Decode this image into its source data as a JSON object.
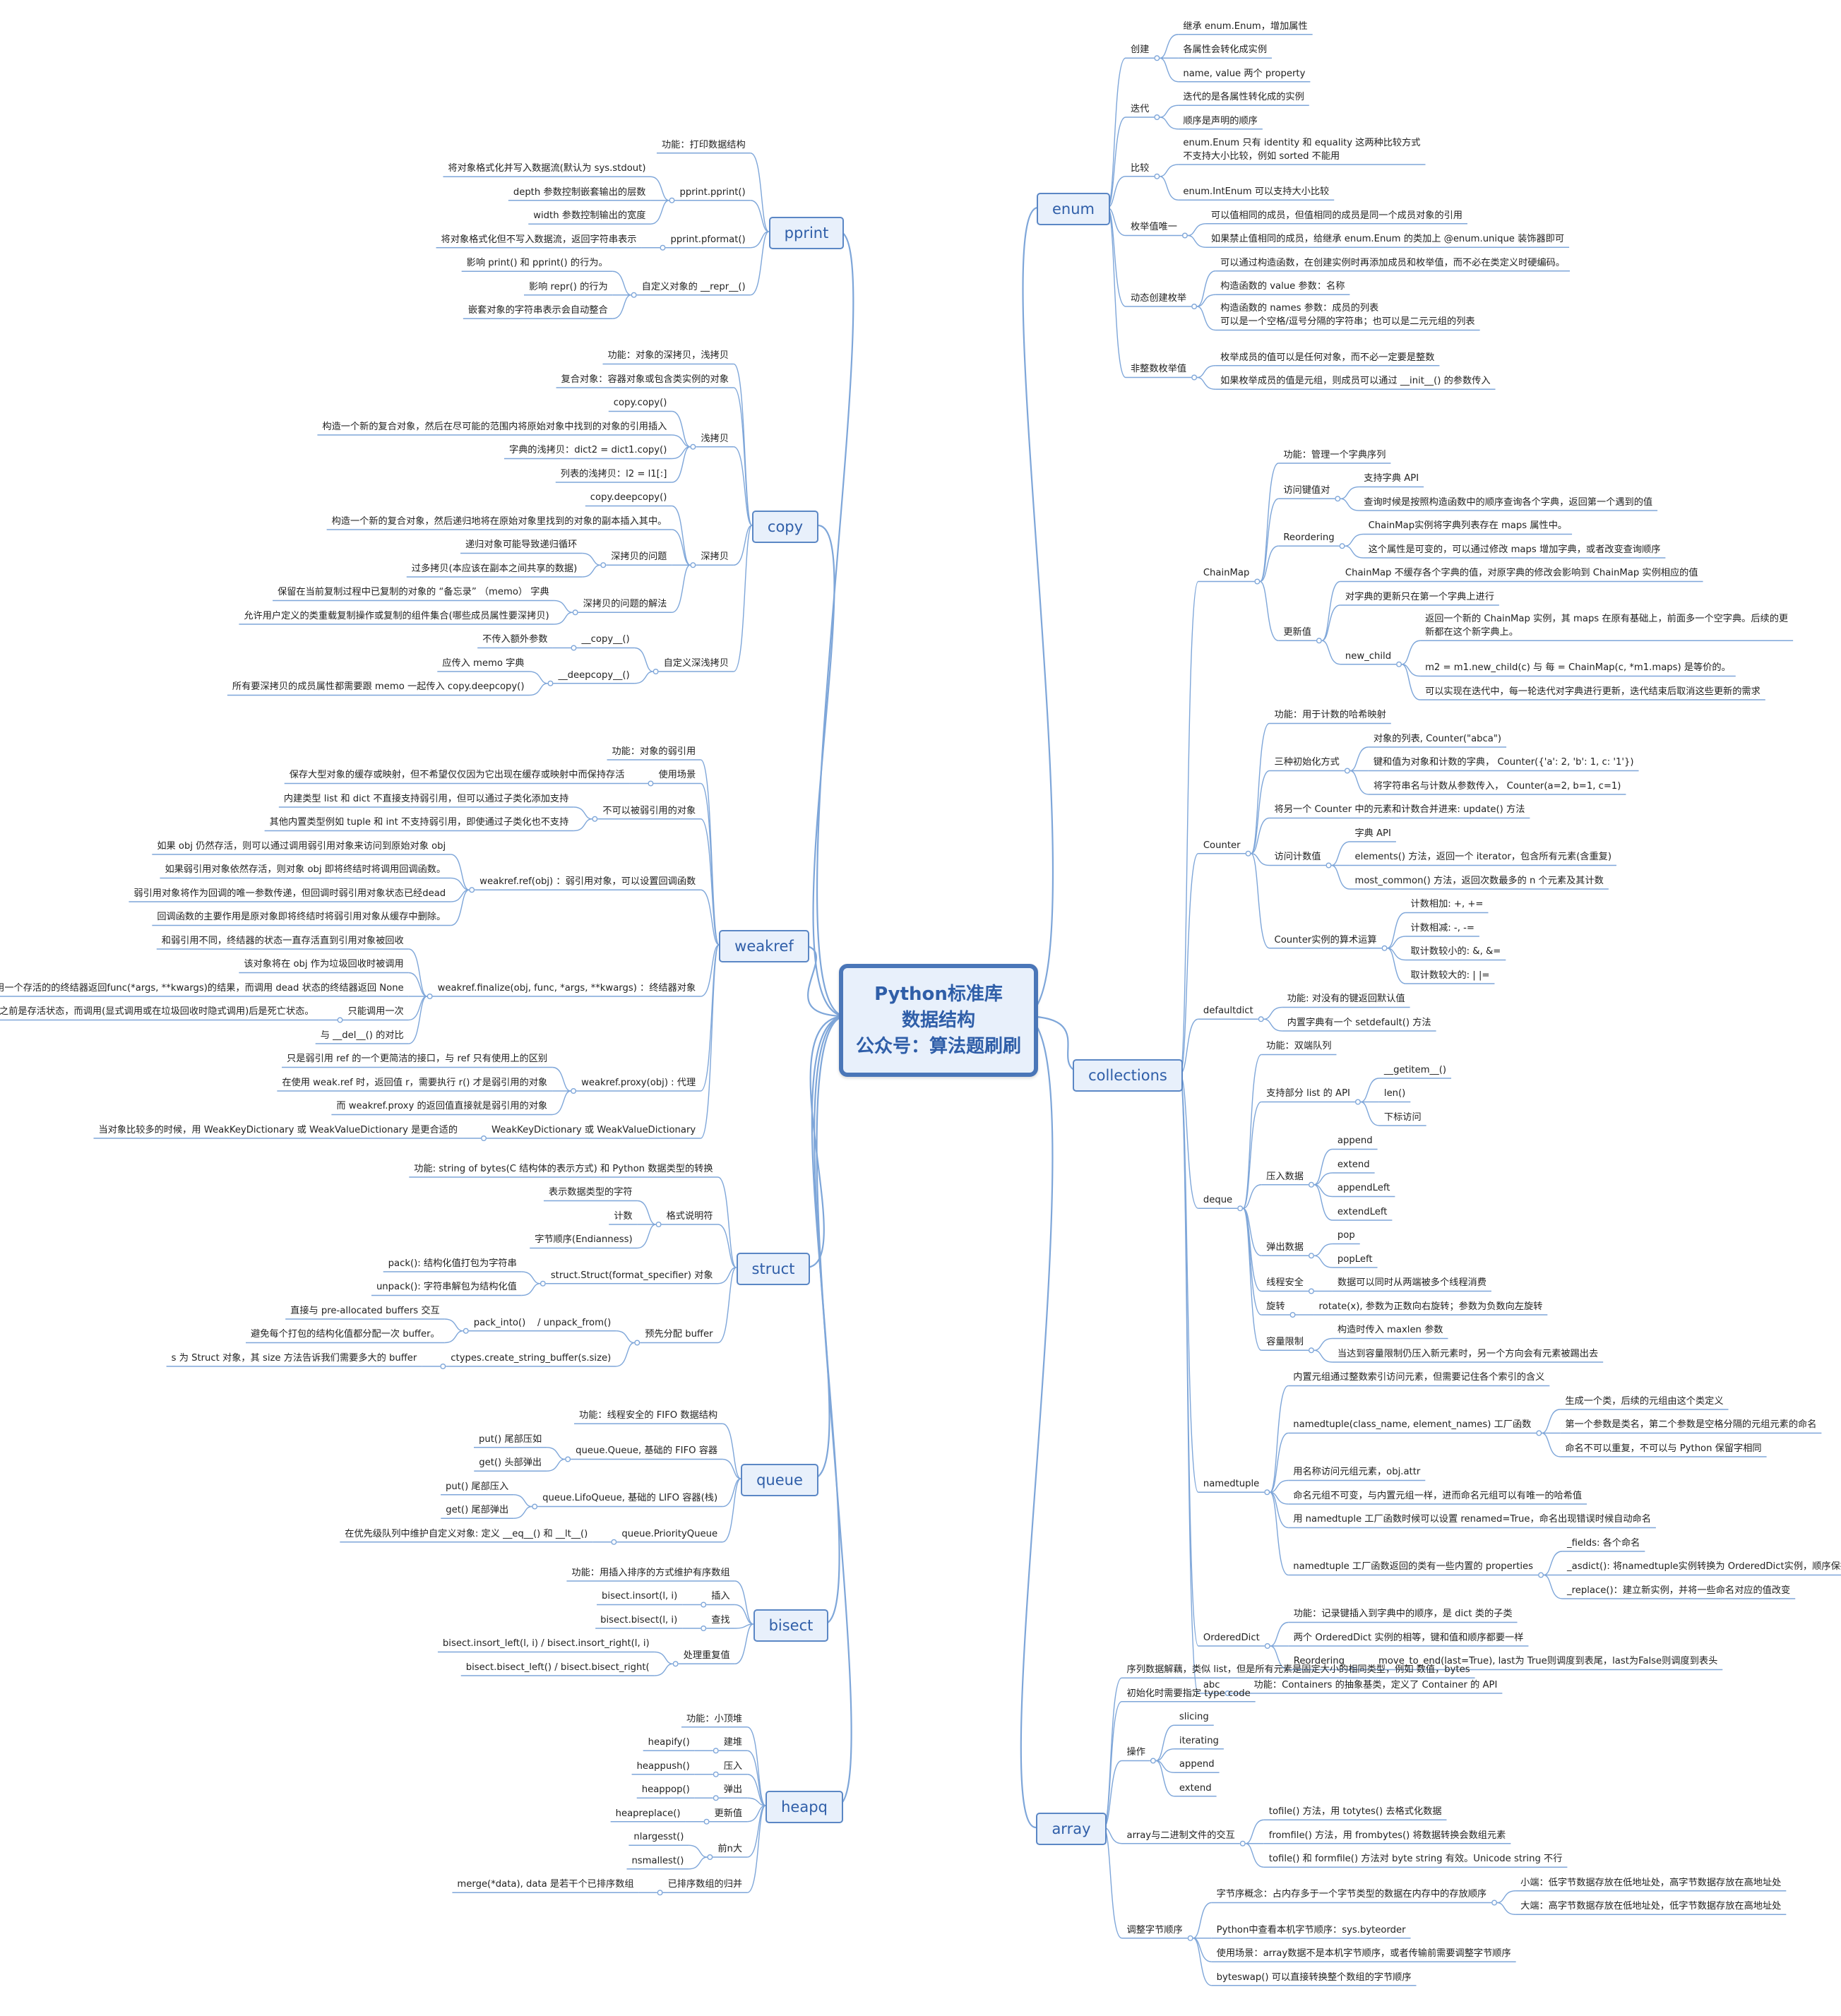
{
  "colors": {
    "line": "#7ea6d9",
    "border": "#4a76b8",
    "fill": "#e8f0fb",
    "text": "#2f5ea8"
  },
  "center": {
    "line1": "Python标准库",
    "line2": "数据结构",
    "line3": "公众号：算法题刷刷"
  },
  "left": [
    {
      "label": "pprint",
      "children": [
        {
          "label": "功能：打印数据结构"
        },
        {
          "label": "pprint.pprint()",
          "children": [
            {
              "label": "将对象格式化并写入数据流(默认为 sys.stdout)"
            },
            {
              "label": "depth 参数控制嵌套输出的层数"
            },
            {
              "label": "width 参数控制输出的宽度"
            }
          ]
        },
        {
          "label": "pprint.pformat()",
          "children": [
            {
              "label": "将对象格式化但不写入数据流，返回字符串表示"
            }
          ]
        },
        {
          "label": "自定义对象的 __repr__()",
          "children": [
            {
              "label": "影响 print() 和 pprint() 的行为。"
            },
            {
              "label": "影响 repr() 的行为"
            },
            {
              "label": "嵌套对象的字符串表示会自动整合"
            }
          ]
        }
      ]
    },
    {
      "label": "copy",
      "children": [
        {
          "label": "功能：对象的深拷贝，浅拷贝"
        },
        {
          "label": "复合对象：容器对象或包含类实例的对象"
        },
        {
          "label": "浅拷贝",
          "children": [
            {
              "label": "copy.copy()"
            },
            {
              "label": "构造一个新的复合对象，然后在尽可能的范围内将原始对象中找到的对象的引用插入"
            },
            {
              "label": "字典的浅拷贝：dict2 = dict1.copy()"
            },
            {
              "label": "列表的浅拷贝：l2 = l1[:]"
            }
          ]
        },
        {
          "label": "深拷贝",
          "children": [
            {
              "label": "copy.deepcopy()"
            },
            {
              "label": "构造一个新的复合对象，然后递归地将在原始对象里找到的对象的副本插入其中。"
            },
            {
              "label": "深拷贝的问题",
              "children": [
                {
                  "label": "递归对象可能导致递归循环"
                },
                {
                  "label": "过多拷贝(本应该在副本之间共享的数据)"
                }
              ]
            },
            {
              "label": "深拷贝的问题的解法",
              "children": [
                {
                  "label": "保留在当前复制过程中已复制的对象的 “备忘录” （memo） 字典"
                },
                {
                  "label": "允许用户定义的类重载复制操作或复制的组件集合(哪些成员属性要深拷贝)"
                }
              ]
            }
          ]
        },
        {
          "label": "自定义深浅拷贝",
          "children": [
            {
              "label": "__copy__()",
              "children": [
                {
                  "label": "不传入额外参数"
                }
              ]
            },
            {
              "label": "__deepcopy__()",
              "children": [
                {
                  "label": "应传入 memo 字典"
                },
                {
                  "label": "所有要深拷贝的成员属性都需要跟 memo 一起传入 copy.deepcopy()"
                }
              ]
            }
          ]
        }
      ]
    },
    {
      "label": "weakref",
      "children": [
        {
          "label": "功能：对象的弱引用"
        },
        {
          "label": "使用场景",
          "children": [
            {
              "label": "保存大型对象的缓存或映射，但不希望仅仅因为它出现在缓存或映射中而保持存活"
            }
          ]
        },
        {
          "label": "不可以被弱引用的对象",
          "children": [
            {
              "label": "内建类型 list 和 dict 不直接支持弱引用，但可以通过子类化添加支持"
            },
            {
              "label": "其他内置类型例如 tuple 和 int 不支持弱引用，即使通过子类化也不支持"
            }
          ]
        },
        {
          "label": "weakref.ref(obj) ：弱引用对象，可以设置回调函数",
          "children": [
            {
              "label": "如果 obj 仍然存活，则可以通过调用弱引用对象来访问到原始对象 obj"
            },
            {
              "label": "如果弱引用对象依然存活，则对象 obj 即将终结时将调用回调函数。"
            },
            {
              "label": "弱引用对象将作为回调的唯一参数传递，但回调时弱引用对象状态已经dead"
            },
            {
              "label": "回调函数的主要作用是原对象即将终结时将弱引用对象从缓存中删除。"
            }
          ]
        },
        {
          "label": "weakref.finalize(obj, func, *args, **kwargs) ：终结器对象",
          "children": [
            {
              "label": "和弱引用不同，终结器的状态一直存活直到引用对象被回收"
            },
            {
              "label": "该对象将在 obj 作为垃圾回收时被调用"
            },
            {
              "label": "调用一个存活的的终结器返回func(*args, **kwargs)的结果，而调用 dead 状态的终结器返回 None"
            },
            {
              "label": "只能调用一次",
              "children": [
                {
                  "label": "调用之前是存活状态，而调用(显式调用或在垃圾回收时隐式调用)后是死亡状态。"
                }
              ]
            },
            {
              "label": "与 __del__() 的对比"
            }
          ]
        },
        {
          "label": "weakref.proxy(obj) : 代理",
          "children": [
            {
              "label": "只是弱引用 ref 的一个更简洁的接口，与 ref 只有使用上的区别"
            },
            {
              "label": "在使用 weak.ref 时，返回值 r，需要执行 r() 才是弱引用的对象"
            },
            {
              "label": "而 weakref.proxy 的返回值直接就是弱引用的对象"
            }
          ]
        },
        {
          "label": "WeakKeyDictionary 或 WeakValueDictionary",
          "children": [
            {
              "label": "当对象比较多的时候，用 WeakKeyDictionary 或 WeakValueDictionary 是更合适的"
            }
          ]
        }
      ]
    },
    {
      "label": "struct",
      "children": [
        {
          "label": "功能: string of bytes(C 结构体的表示方式) 和 Python 数据类型的转换"
        },
        {
          "label": "格式说明符",
          "children": [
            {
              "label": "表示数据类型的字符"
            },
            {
              "label": "计数"
            },
            {
              "label": "字节顺序(Endianness)"
            }
          ]
        },
        {
          "label": "struct.Struct(format_specifier) 对象",
          "children": [
            {
              "label": "pack(): 结构化值打包为字符串"
            },
            {
              "label": "unpack(): 字符串解包为结构化值"
            }
          ]
        },
        {
          "label": "预先分配 buffer",
          "children": [
            {
              "label": "pack_into()    / unpack_from()",
              "children": [
                {
                  "label": "直接与 pre-allocated buffers 交互"
                },
                {
                  "label": "避免每个打包的结构化值都分配一次 buffer。"
                }
              ]
            },
            {
              "label": "ctypes.create_string_buffer(s.size)",
              "children": [
                {
                  "label": "s 为 Struct 对象，其 size 方法告诉我们需要多大的 buffer"
                }
              ]
            }
          ]
        }
      ]
    },
    {
      "label": "queue",
      "children": [
        {
          "label": "功能：线程安全的 FIFO 数据结构"
        },
        {
          "label": "queue.Queue, 基础的 FIFO 容器",
          "children": [
            {
              "label": "put() 尾部压如"
            },
            {
              "label": "get() 头部弹出"
            }
          ]
        },
        {
          "label": "queue.LifoQueue, 基础的 LIFO 容器(栈)",
          "children": [
            {
              "label": "put() 尾部压入"
            },
            {
              "label": "get() 尾部弹出"
            }
          ]
        },
        {
          "label": "queue.PriorityQueue",
          "children": [
            {
              "label": "在优先级队列中维护自定义对象: 定义 __eq__() 和 __lt__()"
            }
          ]
        }
      ]
    },
    {
      "label": "bisect",
      "children": [
        {
          "label": "功能：用插入排序的方式维护有序数组"
        },
        {
          "label": "插入",
          "children": [
            {
              "label": "bisect.insort(l, i)"
            }
          ]
        },
        {
          "label": "查找",
          "children": [
            {
              "label": "bisect.bisect(l, i)"
            }
          ]
        },
        {
          "label": "处理重复值",
          "children": [
            {
              "label": "bisect.insort_left(l, i) / bisect.insort_right(l, i)"
            },
            {
              "label": "bisect.bisect_left() / bisect.bisect_right("
            }
          ]
        }
      ]
    },
    {
      "label": "heapq",
      "children": [
        {
          "label": "功能：小顶堆"
        },
        {
          "label": "建堆",
          "children": [
            {
              "label": "heapify()"
            }
          ]
        },
        {
          "label": "压入",
          "children": [
            {
              "label": "heappush()"
            }
          ]
        },
        {
          "label": "弹出",
          "children": [
            {
              "label": "heappop()"
            }
          ]
        },
        {
          "label": "更新值",
          "children": [
            {
              "label": "heapreplace()"
            }
          ]
        },
        {
          "label": "前n大",
          "children": [
            {
              "label": "nlargesst()"
            },
            {
              "label": "nsmallest()"
            }
          ]
        },
        {
          "label": "已排序数组的归并",
          "children": [
            {
              "label": "merge(*data), data 是若干个已排序数组"
            }
          ]
        }
      ]
    }
  ],
  "right": [
    {
      "label": "enum",
      "children": [
        {
          "label": "创建",
          "children": [
            {
              "label": "继承 enum.Enum，增加属性"
            },
            {
              "label": "各属性会转化成实例"
            },
            {
              "label": "name, value 两个 property"
            }
          ]
        },
        {
          "label": "迭代",
          "children": [
            {
              "label": "迭代的是各属性转化成的实例"
            },
            {
              "label": "顺序是声明的顺序"
            }
          ]
        },
        {
          "label": "比较",
          "children": [
            {
              "label": "enum.Enum 只有 identity 和 equality 这两种比较方式\n不支持大小比较，例如 sorted 不能用"
            },
            {
              "label": "enum.IntEnum 可以支持大小比较"
            }
          ]
        },
        {
          "label": "枚举值唯一",
          "children": [
            {
              "label": "可以值相同的成员，但值相同的成员是同一个成员对象的引用"
            },
            {
              "label": "如果禁止值相同的成员，给继承 enum.Enum 的类加上 @enum.unique 装饰器即可"
            }
          ]
        },
        {
          "label": "动态创建枚举",
          "children": [
            {
              "label": "可以通过构造函数，在创建实例时再添加成员和枚举值，而不必在类定义时硬编码。"
            },
            {
              "label": "构造函数的 value 参数：名称"
            },
            {
              "label": "构造函数的 names 参数：成员的列表\n可以是一个空格/逗号分隔的字符串；也可以是二元元组的列表"
            }
          ]
        },
        {
          "label": "非整数枚举值",
          "children": [
            {
              "label": "枚举成员的值可以是任何对象，而不必一定要是整数"
            },
            {
              "label": "如果枚举成员的值是元组，则成员可以通过 __init__() 的参数传入"
            }
          ]
        }
      ]
    },
    {
      "label": "collections",
      "children": [
        {
          "label": "ChainMap",
          "children": [
            {
              "label": "功能：管理一个字典序列"
            },
            {
              "label": "访问键值对",
              "children": [
                {
                  "label": "支持字典 API"
                },
                {
                  "label": "查询时候是按照构造函数中的顺序查询各个字典，返回第一个遇到的值"
                }
              ]
            },
            {
              "label": "Reordering",
              "children": [
                {
                  "label": "ChainMap实例将字典列表存在 maps 属性中。"
                },
                {
                  "label": "这个属性是可变的，可以通过修改 maps 增加字典，或者改变查询顺序"
                }
              ]
            },
            {
              "label": "更新值",
              "children": [
                {
                  "label": "ChainMap 不缓存各个字典的值，对原字典的修改会影响到 ChainMap 实例相应的值"
                },
                {
                  "label": "对字典的更新只在第一个字典上进行"
                },
                {
                  "label": "new_child",
                  "children": [
                    {
                      "label": "返回一个新的 ChainMap 实例，其 maps 在原有基础上，前面多一个空字典。后续的更\n新都在这个新字典上。"
                    },
                    {
                      "label": "m2 = m1.new_child(c) 与 每 = ChainMap(c, *m1.maps) 是等价的。"
                    },
                    {
                      "label": "可以实现在迭代中，每一轮迭代对字典进行更新，迭代结束后取消这些更新的需求"
                    }
                  ]
                }
              ]
            }
          ]
        },
        {
          "label": "Counter",
          "children": [
            {
              "label": "功能：用于计数的哈希映射"
            },
            {
              "label": "三种初始化方式",
              "children": [
                {
                  "label": "对象的列表, Counter(\"abca\")"
                },
                {
                  "label": "键和值为对象和计数的字典， Counter({'a': 2, 'b': 1, c: '1'})"
                },
                {
                  "label": "将字符串名与计数从参数传入， Counter(a=2, b=1, c=1)"
                }
              ]
            },
            {
              "label": "将另一个 Counter 中的元素和计数合并进来: update() 方法"
            },
            {
              "label": "访问计数值",
              "children": [
                {
                  "label": "字典 API"
                },
                {
                  "label": "elements() 方法，返回一个 iterator，包含所有元素(含重复)"
                },
                {
                  "label": "most_common() 方法，返回次数最多的 n 个元素及其计数"
                }
              ]
            },
            {
              "label": "Counter实例的算术运算",
              "children": [
                {
                  "label": "计数相加: +, +="
                },
                {
                  "label": "计数相减: -, -="
                },
                {
                  "label": "取计数较小的: &, &="
                },
                {
                  "label": "取计数较大的: | |="
                }
              ]
            }
          ]
        },
        {
          "label": "defaultdict",
          "children": [
            {
              "label": "功能: 对没有的键返回默认值"
            },
            {
              "label": "内置字典有一个 setdefault() 方法"
            }
          ]
        },
        {
          "label": "deque",
          "children": [
            {
              "label": "功能：双端队列"
            },
            {
              "label": "支持部分 list 的 API",
              "children": [
                {
                  "label": "__getitem__()"
                },
                {
                  "label": "len()"
                },
                {
                  "label": "下标访问"
                }
              ]
            },
            {
              "label": "压入数据",
              "children": [
                {
                  "label": "append"
                },
                {
                  "label": "extend"
                },
                {
                  "label": "appendLeft"
                },
                {
                  "label": "extendLeft"
                }
              ]
            },
            {
              "label": "弹出数据",
              "children": [
                {
                  "label": "pop"
                },
                {
                  "label": "popLeft"
                }
              ]
            },
            {
              "label": "线程安全",
              "children": [
                {
                  "label": "数据可以同时从两端被多个线程消费"
                }
              ]
            },
            {
              "label": "旋转",
              "children": [
                {
                  "label": "rotate(x), 参数为正数向右旋转；参数为负数向左旋转"
                }
              ]
            },
            {
              "label": "容量限制",
              "children": [
                {
                  "label": "构造时传入 maxlen 参数"
                },
                {
                  "label": "当达到容量限制仍压入新元素时，另一个方向会有元素被踢出去"
                }
              ]
            }
          ]
        },
        {
          "label": "namedtuple",
          "children": [
            {
              "label": "内置元组通过整数索引访问元素，但需要记住各个索引的含义"
            },
            {
              "label": "namedtuple(class_name, element_names) 工厂函数",
              "children": [
                {
                  "label": "生成一个类，后续的元组由这个类定义"
                },
                {
                  "label": "第一个参数是类名，第二个参数是空格分隔的元组元素的命名"
                },
                {
                  "label": "命名不可以重复，不可以与 Python 保留字相同"
                }
              ]
            },
            {
              "label": "用名称访问元组元素，obj.attr"
            },
            {
              "label": "命名元组不可变，与内置元组一样，进而命名元组可以有唯一的哈希值"
            },
            {
              "label": "用 namedtuple 工厂函数时候可以设置 renamed=True，命名出现错误时候自动命名"
            },
            {
              "label": "namedtuple 工厂函数返回的类有一些内置的 properties",
              "children": [
                {
                  "label": "_fields: 各个命名"
                },
                {
                  "label": "_asdict(): 将namedtuple实例转换为 OrderedDict实例，顺序保持一致"
                },
                {
                  "label": "_replace()：建立新实例，并将一些命名对应的值改变"
                }
              ]
            }
          ]
        },
        {
          "label": "OrderedDict",
          "children": [
            {
              "label": "功能：记录键插入到字典中的顺序，是 dict 类的子类"
            },
            {
              "label": "两个 OrderedDict 实例的相等，键和值和顺序都要一样"
            },
            {
              "label": "Reordering",
              "children": [
                {
                  "label": "move_to_end(last=True), last为 True则调度到表尾，last为False则调度到表头"
                }
              ]
            }
          ]
        },
        {
          "label": "abc",
          "children": [
            {
              "label": "功能：Containers 的抽象基类，定义了 Container 的 API"
            }
          ]
        }
      ]
    },
    {
      "label": "array",
      "children": [
        {
          "label": "序列数据解藕，类似 list，但是所有元素是固定大小的相同类型，例如 数值，bytes"
        },
        {
          "label": "初始化时需要指定 type code"
        },
        {
          "label": "操作",
          "children": [
            {
              "label": "slicing"
            },
            {
              "label": "iterating"
            },
            {
              "label": "append"
            },
            {
              "label": "extend"
            }
          ]
        },
        {
          "label": "array与二进制文件的交互",
          "children": [
            {
              "label": "tofile() 方法，用 totytes() 去格式化数据"
            },
            {
              "label": "fromfile() 方法，用 frombytes() 将数据转换会数组元素"
            },
            {
              "label": "tofile() 和 formfile() 方法对 byte string 有效。Unicode string 不行"
            }
          ]
        },
        {
          "label": "调整字节顺序",
          "children": [
            {
              "label": "字节序概念：占内存多于一个字节类型的数据在内存中的存放顺序",
              "children": [
                {
                  "label": "小端：低字节数据存放在低地址处，高字节数据存放在高地址处"
                },
                {
                  "label": "大端：高字节数据存放在低地址处，低字节数据存放在高地址处"
                }
              ]
            },
            {
              "label": "Python中查看本机字节顺序：sys.byteorder"
            },
            {
              "label": "使用场景：array数据不是本机字节顺序，或者传输前需要调整字节顺序"
            },
            {
              "label": "byteswap() 可以直接转换整个数组的字节顺序"
            }
          ]
        }
      ]
    }
  ]
}
